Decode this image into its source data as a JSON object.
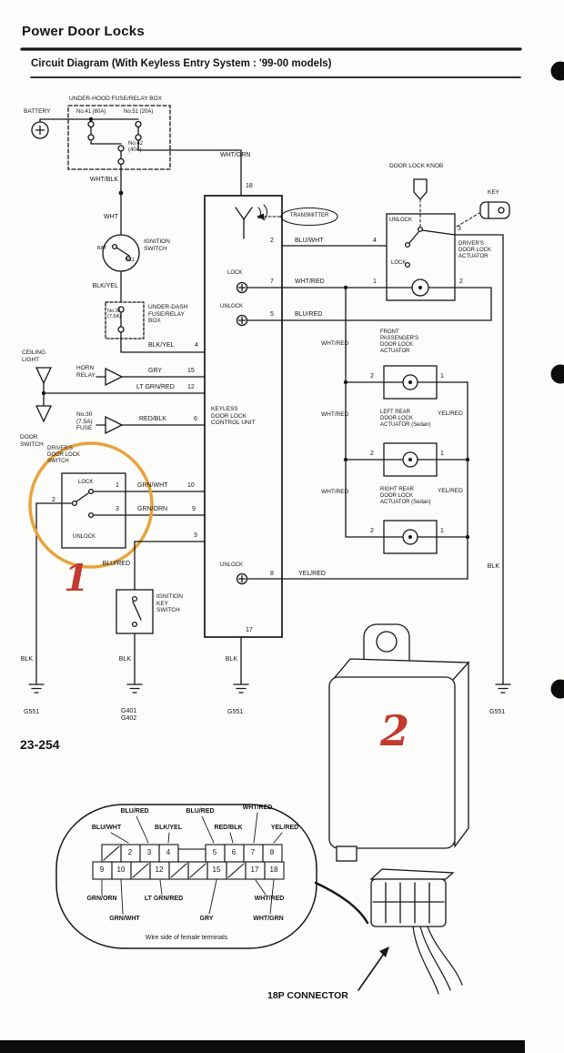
{
  "page": {
    "title": "Power Door Locks",
    "subtitle": "Circuit Diagram (With Keyless Entry System : '99-00 models)",
    "page_number": "23-254"
  },
  "colors": {
    "highlight_orange": "#E8A33D",
    "callout_red": "#C23B2E",
    "ink": "#161616"
  },
  "power": {
    "battery": "BATTERY",
    "underhood_box": "UNDER-HOOD FUSE/RELAY BOX",
    "fuse41": "No.41 (80A)",
    "fuse51": "No.51 (20A)",
    "fuse42": "No.42\n(40A)"
  },
  "ignition_switch": {
    "label": "IGNITION\nSWITCH",
    "bat": "BAT",
    "ig1": "IG1"
  },
  "underdash": {
    "fuse14": "No.14\n(7.5A)",
    "box": "UNDER-DASH\nFUSE/RELAY\nBOX"
  },
  "left_side": {
    "ceiling_light": "CEILING\nLIGHT",
    "horn_relay": "HORN\nRELAY",
    "fuse30": "No.30\n(7.5A)\nFUSE",
    "door_switch": "DOOR\nSWITCH",
    "drivers_switch": "DRIVER'S\nDOOR LOCK\nSWITCH",
    "lock": "LOCK",
    "unlock": "UNLOCK",
    "ignition_key_switch": "IGNITION\nKEY\nSWITCH"
  },
  "control_unit": {
    "name": "KEYLESS\nDOOR LOCK\nCONTROL UNIT",
    "transmitter": "TRANSMITTER",
    "lock": "LOCK",
    "unlock": "UNLOCK"
  },
  "actuators": {
    "door_lock_knob": "DOOR LOCK KNOB",
    "key": "KEY",
    "driver": "DRIVER'S\nDOOR LOCK\nACTUATOR",
    "driver_unlock": "UNLOCK",
    "driver_lock": "LOCK",
    "front_passenger": "FRONT\nPASSENGER'S\nDOOR LOCK\nACTUATOR",
    "left_rear": "LEFT REAR\nDOOR LOCK\nACTUATOR (Sedan)",
    "right_rear": "RIGHT REAR\nDOOR LOCK\nACTUATOR (Sedan)"
  },
  "wires": {
    "wht_grn": "WHT/GRN",
    "wht_blk": "WHT/BLK",
    "wht": "WHT",
    "blk_yel": "BLK/YEL",
    "gry": "GRY",
    "lt_grn_red": "LT GRN/RED",
    "red_blk": "RED/BLK",
    "grn_wht": "GRN/WHT",
    "grn_orn": "GRN/ORN",
    "blu_red": "BLU/RED",
    "blu_wht": "BLU/WHT",
    "wht_red": "WHT/RED",
    "yel_red": "YEL/RED",
    "blk": "BLK"
  },
  "grounds": {
    "g551": "G551",
    "g401_g402": "G401\nG402"
  },
  "pins": {
    "p1": "1",
    "p2": "2",
    "p3": "3",
    "p4": "4",
    "p5": "5",
    "p6": "6",
    "p7": "7",
    "p8": "8",
    "p9": "9",
    "p10": "10",
    "p12": "12",
    "p15": "15",
    "p17": "17",
    "p18": "18"
  },
  "callouts": {
    "one": "1",
    "two": "2"
  },
  "connector": {
    "title": "18P CONNECTOR",
    "note": "Wire side of female terminals",
    "top_far": [
      "BLU/RED",
      "BLU/RED",
      "WHT/RED"
    ],
    "top_near": [
      "BLU/WHT",
      "BLK/YEL",
      "RED/BLK",
      "YEL/RED"
    ],
    "bottom_near": [
      "GRN/ORN",
      "LT GRN/RED",
      "WHT/RED"
    ],
    "bottom_far": [
      "GRN/WHT",
      "GRY",
      "WHT/GRN"
    ],
    "pins_top": [
      "2",
      "3",
      "4",
      "5",
      "6",
      "7",
      "8"
    ],
    "pins_bottom": [
      "9",
      "10",
      "12",
      "15",
      "17",
      "18"
    ]
  }
}
